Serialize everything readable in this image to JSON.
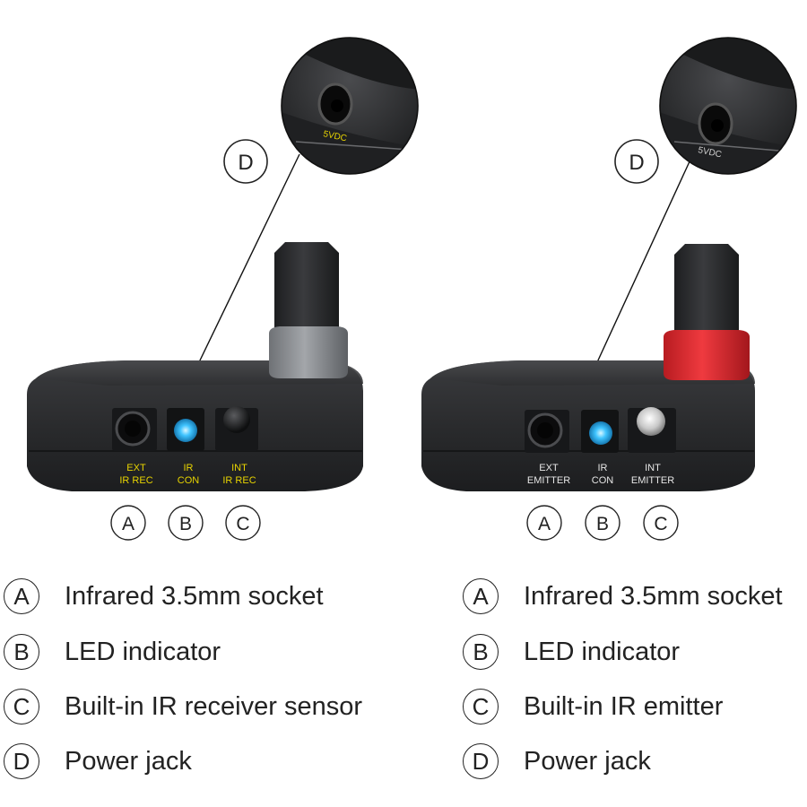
{
  "receiver": {
    "power_label": "5VDC",
    "ports": [
      {
        "line1": "EXT",
        "line2": "IR REC"
      },
      {
        "line1": "IR",
        "line2": "CON"
      },
      {
        "line1": "INT",
        "line2": "IR REC"
      }
    ],
    "label_color": "#e8d400",
    "collar_color": "#8a8d91",
    "callouts": [
      "A",
      "B",
      "C",
      "D"
    ],
    "legend": [
      {
        "badge": "A",
        "text": "Infrared 3.5mm socket"
      },
      {
        "badge": "B",
        "text": "LED indicator"
      },
      {
        "badge": "C",
        "text": "Built-in IR receiver sensor"
      },
      {
        "badge": "D",
        "text": "Power jack"
      }
    ]
  },
  "emitter": {
    "power_label": "5VDC",
    "ports": [
      {
        "line1": "EXT",
        "line2": "EMITTER"
      },
      {
        "line1": "IR",
        "line2": "CON"
      },
      {
        "line1": "INT",
        "line2": "EMITTER"
      }
    ],
    "label_color": "#e6e6e6",
    "collar_color": "#d8262b",
    "callouts": [
      "A",
      "B",
      "C",
      "D"
    ],
    "legend": [
      {
        "badge": "A",
        "text": "Infrared 3.5mm socket"
      },
      {
        "badge": "B",
        "text": "LED indicator"
      },
      {
        "badge": "C",
        "text": "Built-in IR emitter"
      },
      {
        "badge": "D",
        "text": "Power jack"
      }
    ]
  },
  "colors": {
    "led": "#3fc4ff",
    "body": "#2b2c2e"
  }
}
